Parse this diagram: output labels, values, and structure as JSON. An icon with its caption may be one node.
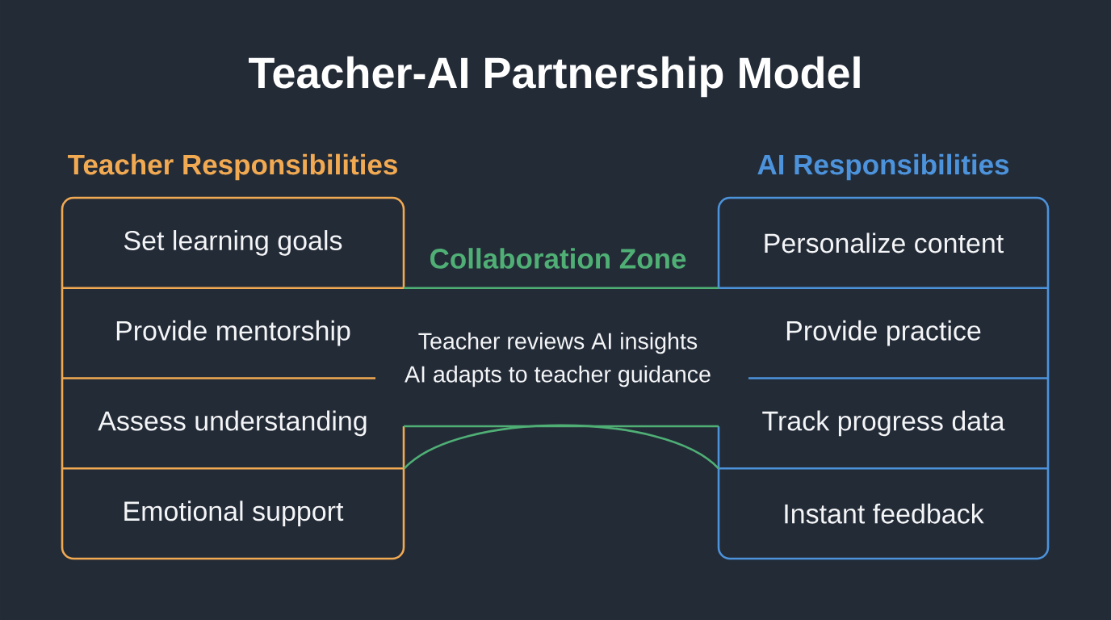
{
  "diagram": {
    "title": "Teacher-AI Partnership Model",
    "nodes": [
      {
        "text": [
          "Teacher Responsibilities"
        ]
      },
      {
        "text": [
          "Set learning goals"
        ],
        "in": 0
      },
      {
        "text": [
          "Provide mentorship"
        ],
        "in": 0
      },
      {
        "text": [
          "Assess understanding"
        ],
        "in": 0
      },
      {
        "text": [
          "Emotional support"
        ],
        "in": 0
      },
      {
        "text": [
          "Collaboration Zone",
          "Teacher reviews AI insights",
          "AI adapts to teacher guidance"
        ]
      },
      {
        "text": [
          "AI Responsibilities"
        ]
      },
      {
        "text": [
          "Personalize content"
        ],
        "in": 6
      },
      {
        "text": [
          "Provide practice"
        ],
        "in": 6
      },
      {
        "text": [
          "Track progress data"
        ],
        "in": 6
      },
      {
        "text": [
          "Instant feedback"
        ],
        "in": 6
      }
    ],
    "edges": [
      {
        "from": 0,
        "to": 6,
        "arrow": "none"
      }
    ]
  }
}
